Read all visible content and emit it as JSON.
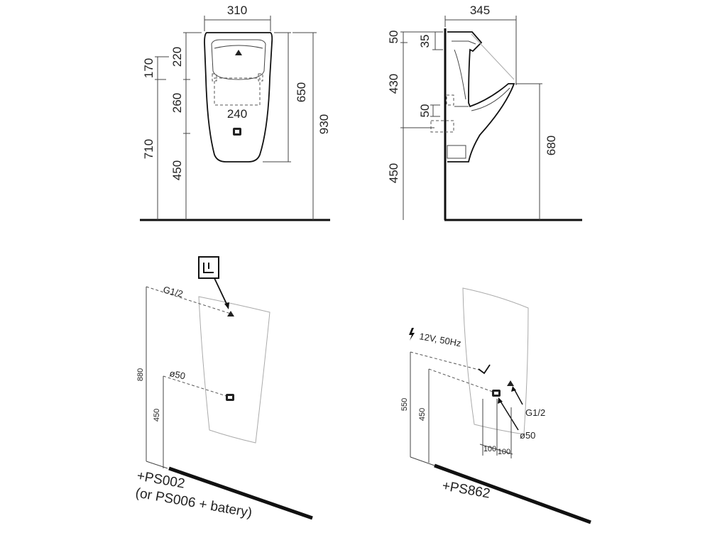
{
  "front_view": {
    "width_total": "310",
    "height_top": "220",
    "height_mid": "260",
    "height_bottom": "450",
    "left_upper": "170",
    "left_lower": "710",
    "bowl_width": "240",
    "right_inner": "650",
    "right_outer": "930"
  },
  "side_view": {
    "depth_total": "345",
    "left_top": "50",
    "left_mid": "430",
    "left_bottom": "450",
    "inlet_offset": "35",
    "outlet_offset": "50",
    "rim_height": "680"
  },
  "install_left": {
    "inlet_label": "G1/2",
    "outlet_label": "ø50",
    "height_inlet": "880",
    "height_outlet": "450",
    "caption_line1": "+PS002",
    "caption_line2": "(or PS006 + batery)"
  },
  "install_right": {
    "power_label": "12V, 50Hz",
    "inlet_label": "G1/2",
    "outlet_label": "ø50",
    "height_power": "550",
    "height_outlet": "450",
    "spacing_left": "100",
    "spacing_right": "100",
    "caption": "+PS862"
  }
}
